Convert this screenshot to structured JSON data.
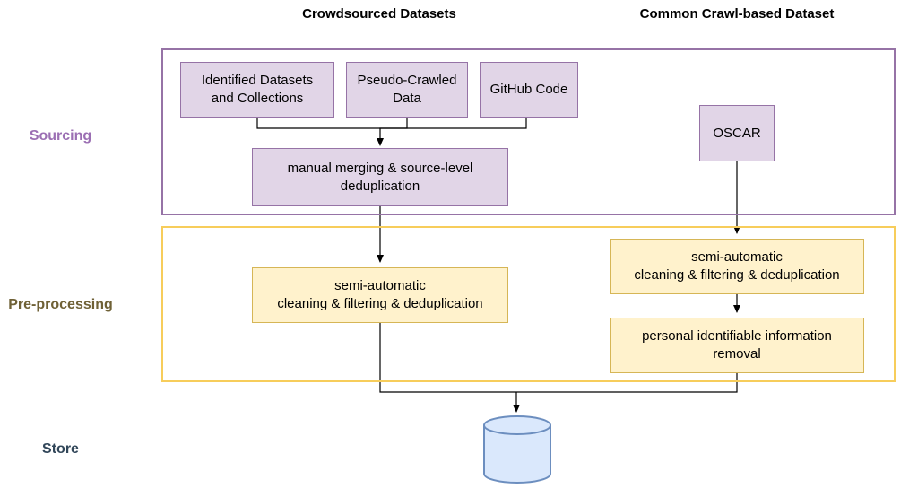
{
  "columns": {
    "crowdsourced": "Crowdsourced Datasets",
    "common_crawl": "Common Crawl-based Dataset"
  },
  "stages": {
    "sourcing": "Sourcing",
    "preprocessing": "Pre-processing",
    "store": "Store"
  },
  "colors": {
    "sourcing_border": "#9673a6",
    "sourcing_label": "#9b6fb3",
    "preprocessing_border": "#f7cd5b",
    "preprocessing_label": "#6f6136",
    "store_label": "#314659",
    "purple_fill": "#e1d5e7",
    "yellow_fill": "#fff2cc",
    "store_fill": "#dae8fc",
    "store_border": "#6c8ebf"
  },
  "nodes": {
    "identified": "Identified Datasets\nand Collections",
    "pseudo_crawled": "Pseudo-Crawled\nData",
    "github": "GitHub Code",
    "oscar": "OSCAR",
    "manual_merging": "manual merging & source-level\ndeduplication",
    "semi_auto_left": "semi-automatic\ncleaning & filtering & deduplication",
    "semi_auto_right": "semi-automatic\ncleaning & filtering & deduplication",
    "pii_removal": "personal identifiable information\nremoval"
  },
  "store_icon": "database-cylinder-icon"
}
